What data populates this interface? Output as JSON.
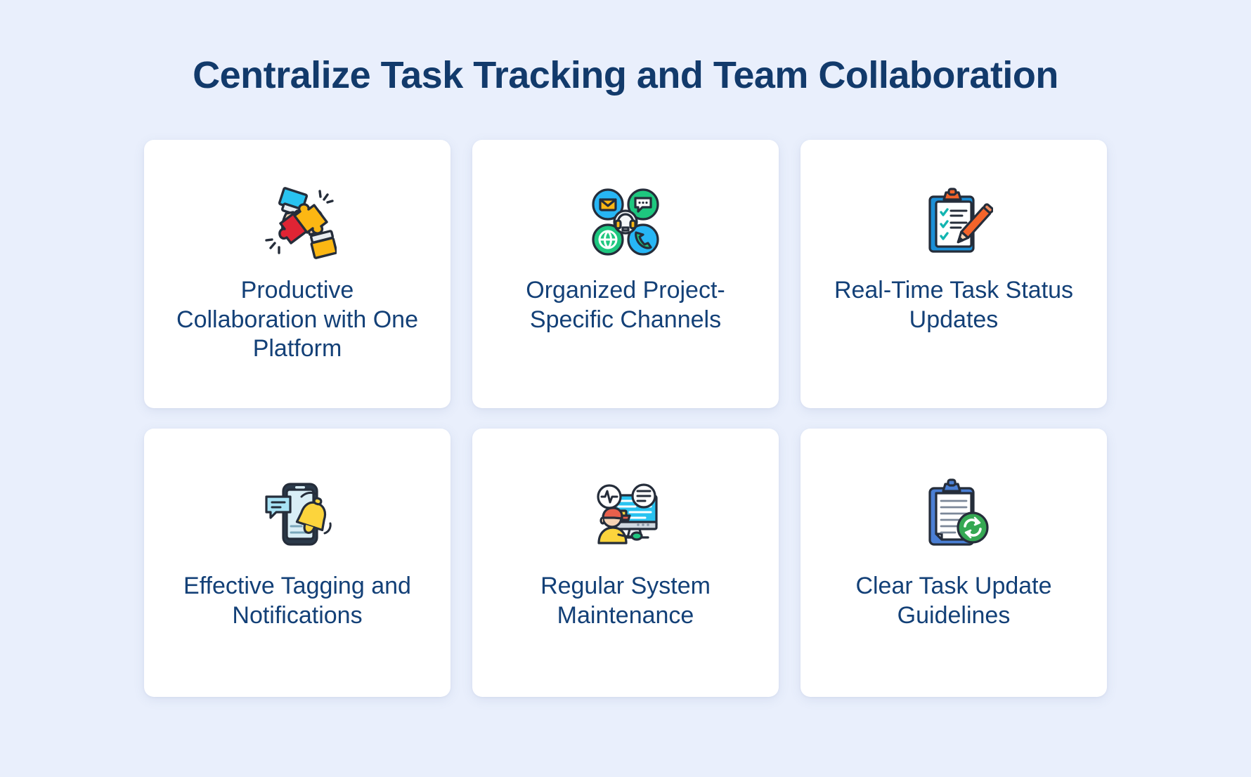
{
  "page": {
    "background_color": "#e9effc",
    "title": "Centralize Task Tracking and Team Collaboration",
    "title_color": "#123a6b",
    "card_background_color": "#ffffff",
    "card_title_color": "#134077"
  },
  "cards": [
    {
      "id": "productive-collaboration",
      "icon": "puzzle-hands-icon",
      "title": "Productive Collaboration with One Platform",
      "icon_colors": {
        "puzzle_left": "#e02434",
        "puzzle_right": "#fcb713",
        "sleeve": "#29c3f0",
        "skin": "#f7d4b4",
        "outline": "#252d3a"
      }
    },
    {
      "id": "organized-channels",
      "icon": "communication-channels-icon",
      "title": "Organized Project-Specific Channels",
      "icon_colors": {
        "email_circle": "#27b6f5",
        "chat_circle": "#1ec77f",
        "globe_circle": "#1ec77f",
        "phone_circle": "#27b6f5",
        "headset_center": "#f4f6f8",
        "envelope": "#fcb713",
        "outline": "#252d3a"
      }
    },
    {
      "id": "real-time-status",
      "icon": "clipboard-checklist-pencil-icon",
      "title": "Real-Time Task Status Updates",
      "icon_colors": {
        "clipboard": "#1b8fd6",
        "paper": "#ffffff",
        "clip": "#f4642a",
        "pencil": "#f4642a",
        "check": "#13b5b1",
        "outline": "#252d3a"
      }
    },
    {
      "id": "effective-tagging",
      "icon": "phone-bell-notification-icon",
      "title": "Effective Tagging and Notifications",
      "icon_colors": {
        "phone_body": "#2b3a4a",
        "screen": "#d9eef6",
        "bubble": "#a8e3f5",
        "bell": "#fcd43c",
        "outline": "#252d3a"
      }
    },
    {
      "id": "regular-maintenance",
      "icon": "system-maintenance-monitor-icon",
      "title": "Regular System Maintenance",
      "icon_colors": {
        "monitor": "#29c3f0",
        "shirt": "#fcd43c",
        "cap": "#e8604c",
        "skin": "#f7d4b4",
        "outline": "#252d3a"
      }
    },
    {
      "id": "clear-guidelines",
      "icon": "clipboard-sync-icon",
      "title": "Clear Task Update Guidelines",
      "icon_colors": {
        "clipboard": "#4a7fd4",
        "paper": "#ffffff",
        "sync_badge": "#35a853",
        "outline": "#252d3a"
      }
    }
  ]
}
